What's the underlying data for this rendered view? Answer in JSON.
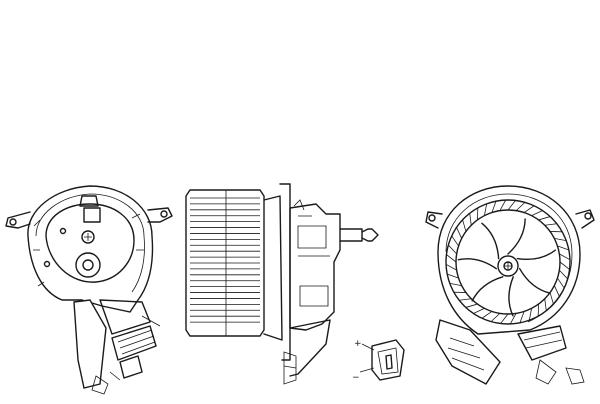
{
  "drawing": {
    "views": [
      {
        "id": "front",
        "description_name": "front-view"
      },
      {
        "id": "side",
        "description_name": "side-view"
      },
      {
        "id": "rear",
        "description_name": "rear-view"
      },
      {
        "id": "connector",
        "description_name": "connector-detail"
      }
    ],
    "connector_poles": {
      "positive": "+",
      "negative": "−"
    },
    "rear_fan_blades": 7,
    "side_fin_count": 22
  },
  "colors": {
    "line": "#1a1a1a",
    "background": "#ffffff"
  }
}
